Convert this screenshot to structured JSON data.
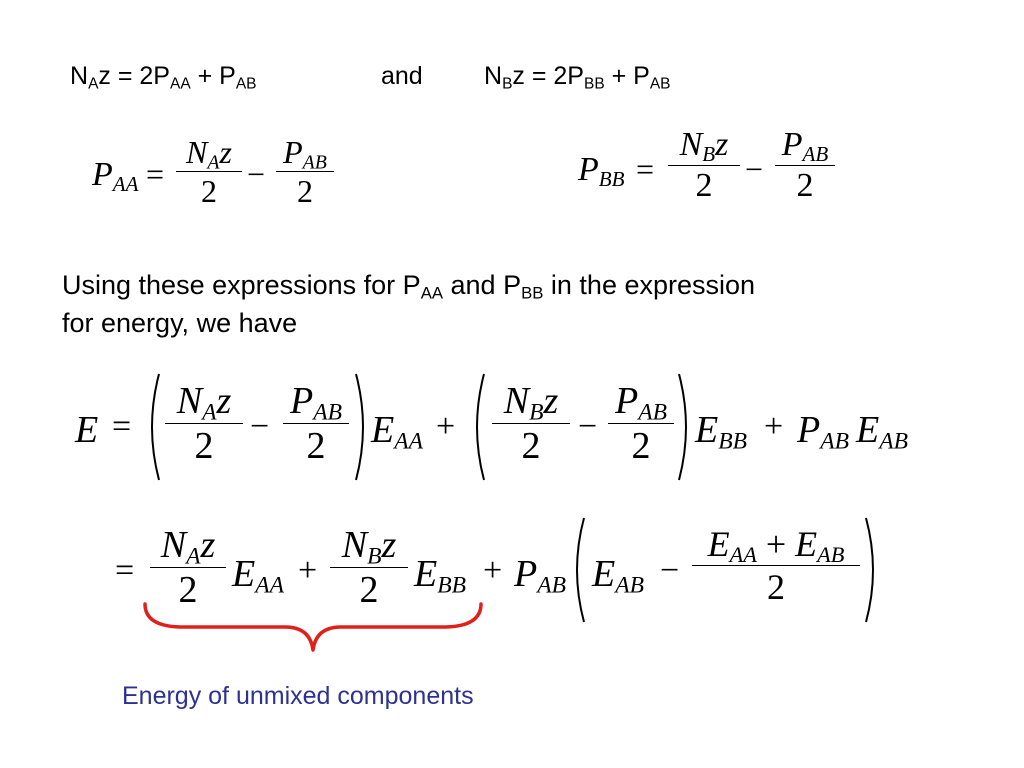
{
  "line1": {
    "left": {
      "a": "N",
      "a_sub": "A",
      "b": "z = 2P",
      "b_sub": "AA",
      "c": " + P",
      "c_sub": "AB"
    },
    "and": "and",
    "right": {
      "a": "N",
      "a_sub": "B",
      "b": "z = 2P",
      "b_sub": "BB",
      "c": " + P",
      "c_sub": "AB"
    }
  },
  "eq_paa": {
    "lhs": "P",
    "lhs_sub": "AA",
    "eq": "=",
    "f1_num": "N",
    "f1_num_sub": "A",
    "f1_num_z": "z",
    "f1_den": "2",
    "minus": "−",
    "f2_num": "P",
    "f2_num_sub": "AB",
    "f2_den": "2"
  },
  "eq_pbb": {
    "lhs": "P",
    "lhs_sub": "BB",
    "eq": "=",
    "f1_num": "N",
    "f1_num_sub": "B",
    "f1_num_z": "z",
    "f1_den": "2",
    "minus": "−",
    "f2_num": "P",
    "f2_num_sub": "AB",
    "f2_den": "2"
  },
  "paragraph": {
    "t1": "Using these expressions for P",
    "s1": "AA",
    "t2": " and P",
    "s2": "BB",
    "t3": " in the expression",
    "line2": "for energy, we have"
  },
  "eq_energy1": {
    "E": "E",
    "eq": "=",
    "g1_f1_num": "N",
    "g1_f1_num_sub": "A",
    "g1_f1_num_z": "z",
    "g1_f1_den": "2",
    "g1_minus": "−",
    "g1_f2_num": "P",
    "g1_f2_num_sub": "AB",
    "g1_f2_den": "2",
    "E_AA": "E",
    "E_AA_sub": "AA",
    "plus1": "+",
    "g2_f1_num": "N",
    "g2_f1_num_sub": "B",
    "g2_f1_num_z": "z",
    "g2_f1_den": "2",
    "g2_minus": "−",
    "g2_f2_num": "P",
    "g2_f2_num_sub": "AB",
    "g2_f2_den": "2",
    "E_BB": "E",
    "E_BB_sub": "BB",
    "plus2": "+",
    "P_AB": "P",
    "P_AB_sub": "AB",
    "E_AB": "E",
    "E_AB_sub": "AB"
  },
  "eq_energy2": {
    "eq": "=",
    "f1_num": "N",
    "f1_num_sub": "A",
    "f1_num_z": "z",
    "f1_den": "2",
    "E_AA": "E",
    "E_AA_sub": "AA",
    "plus1": "+",
    "f2_num": "N",
    "f2_num_sub": "B",
    "f2_num_z": "z",
    "f2_den": "2",
    "E_BB": "E",
    "E_BB_sub": "BB",
    "plus2": "+",
    "P_AB": "P",
    "P_AB_sub": "AB",
    "E_AB": "E",
    "E_AB_sub": "AB",
    "minus": "−",
    "f3_num_a": "E",
    "f3_num_a_sub": "AA",
    "f3_num_plus": "+",
    "f3_num_b": "E",
    "f3_num_b_sub": "AB",
    "f3_den": "2"
  },
  "annotation": {
    "label": "Energy of unmixed components",
    "label_color": "#2e3192",
    "brace_color": "#e0201b"
  }
}
